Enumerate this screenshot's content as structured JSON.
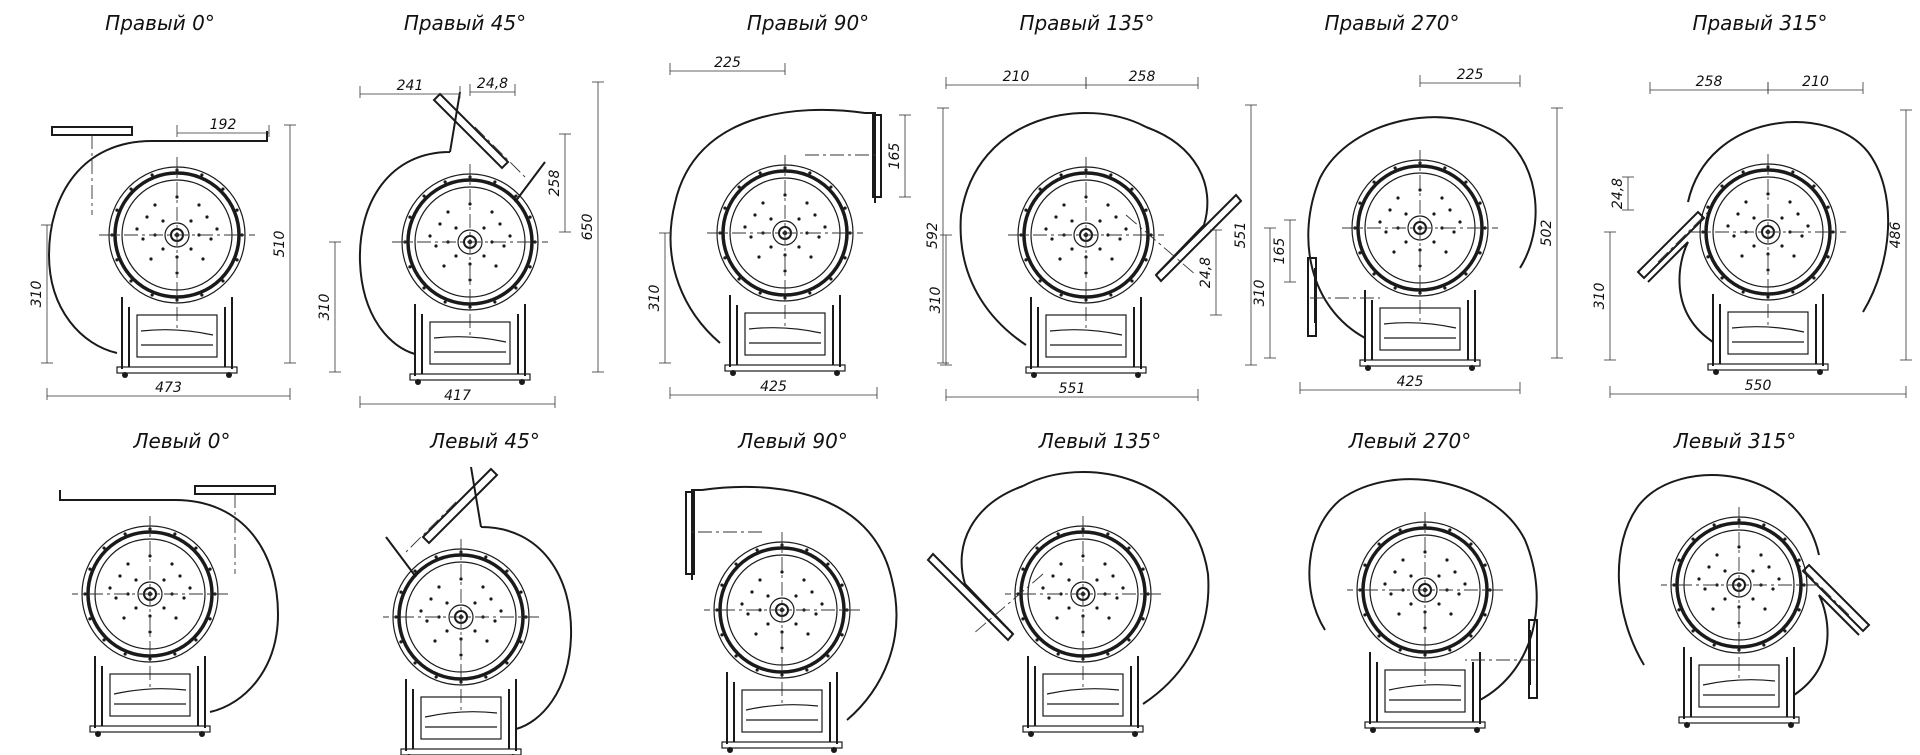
{
  "sheet": {
    "views": [
      {
        "id": "r0",
        "title": "Правый 0°",
        "dims": [
          "192",
          "510",
          "310",
          "473"
        ]
      },
      {
        "id": "r45",
        "title": "Правый 45°",
        "dims": [
          "241",
          "24,8",
          "258",
          "650",
          "310",
          "417"
        ]
      },
      {
        "id": "r90",
        "title": "Правый 90°",
        "dims": [
          "225",
          "165",
          "592",
          "310",
          "425"
        ]
      },
      {
        "id": "r135",
        "title": "Правый 135°",
        "dims": [
          "210",
          "258",
          "551",
          "24,8",
          "310",
          "551"
        ]
      },
      {
        "id": "r270",
        "title": "Правый 270°",
        "dims": [
          "225",
          "502",
          "165",
          "310",
          "425"
        ]
      },
      {
        "id": "r315",
        "title": "Правый 315°",
        "dims": [
          "258",
          "210",
          "24,8",
          "486",
          "310",
          "550"
        ]
      },
      {
        "id": "l0",
        "title": "Левый 0°",
        "dims": []
      },
      {
        "id": "l45",
        "title": "Левый 45°",
        "dims": []
      },
      {
        "id": "l90",
        "title": "Левый 90°",
        "dims": []
      },
      {
        "id": "l135",
        "title": "Левый 135°",
        "dims": []
      },
      {
        "id": "l270",
        "title": "Левый 270°",
        "dims": []
      },
      {
        "id": "l315",
        "title": "Левый 315°",
        "dims": []
      }
    ]
  }
}
